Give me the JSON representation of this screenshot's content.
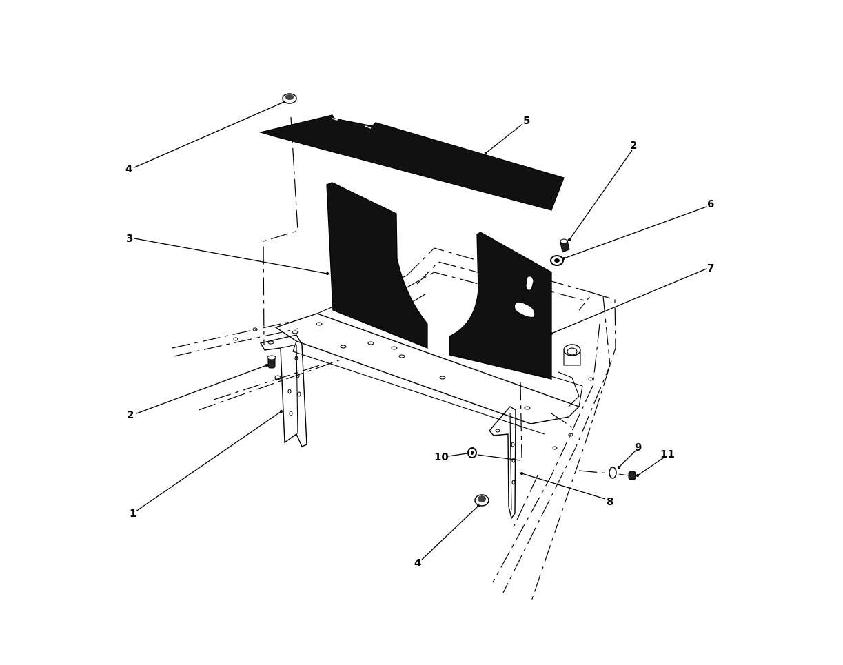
{
  "callouts": [
    {
      "id": "c1",
      "label": "1"
    },
    {
      "id": "c2a",
      "label": "2"
    },
    {
      "id": "c2b",
      "label": "2"
    },
    {
      "id": "c3",
      "label": "3"
    },
    {
      "id": "c4a",
      "label": "4"
    },
    {
      "id": "c4b",
      "label": "4"
    },
    {
      "id": "c5",
      "label": "5"
    },
    {
      "id": "c6",
      "label": "6"
    },
    {
      "id": "c7",
      "label": "7"
    },
    {
      "id": "c8",
      "label": "8"
    },
    {
      "id": "c9",
      "label": "9"
    },
    {
      "id": "c10",
      "label": "10"
    },
    {
      "id": "c11",
      "label": "11"
    }
  ],
  "colors": {
    "ink": "#000000",
    "paper": "#ffffff",
    "panel_fill": "#111111"
  }
}
